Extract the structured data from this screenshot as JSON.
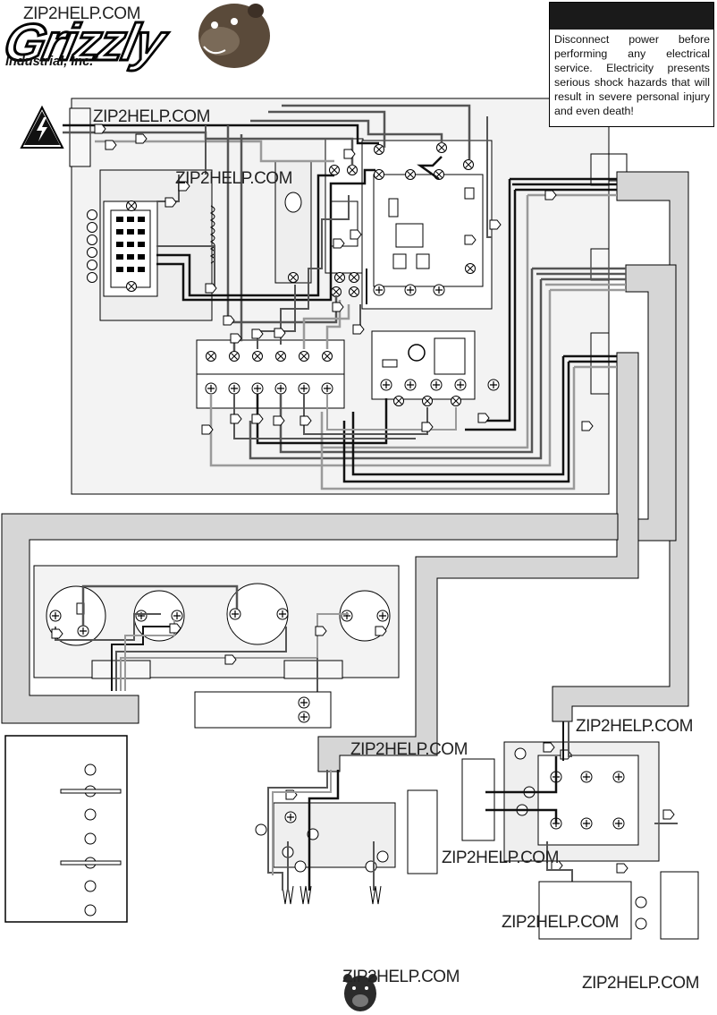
{
  "watermark": "ZIP2HELP.COM",
  "logo": {
    "wordmark": "Grizzly",
    "company": "Industrial, Inc.",
    "registered": "®"
  },
  "warning": {
    "text": "Disconnect power before performing any electrical service. Electricity presents serious shock hazards that will result in severe personal injury and even death!"
  },
  "colors": {
    "wire_black": "#111111",
    "wire_dark": "#555555",
    "wire_gray": "#9a9a9a",
    "conduit_fill": "#d6d6d6",
    "panel_fill": "#f2f2f2"
  }
}
